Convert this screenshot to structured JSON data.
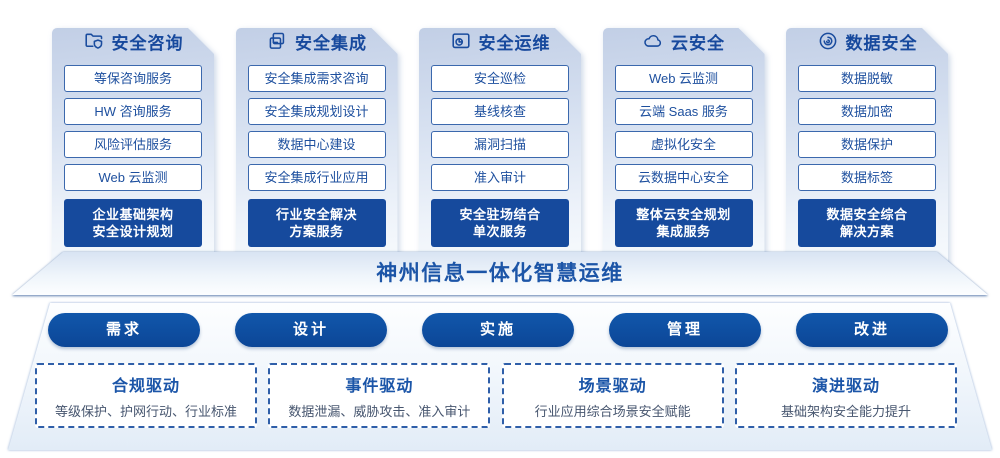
{
  "columns": [
    {
      "title": "安全咨询",
      "icon": "folder-shield-icon",
      "items": [
        "等保咨询服务",
        "HW 咨询服务",
        "风险评估服务",
        "Web 云监测"
      ],
      "solution_line1": "企业基础架构",
      "solution_line2": "安全设计规划"
    },
    {
      "title": "安全集成",
      "icon": "stacked-docs-icon",
      "items": [
        "安全集成需求咨询",
        "安全集成规划设计",
        "数据中心建设",
        "安全集成行业应用"
      ],
      "solution_line1": "行业安全解决",
      "solution_line2": "方案服务"
    },
    {
      "title": "安全运维",
      "icon": "folder-gauge-icon",
      "items": [
        "安全巡检",
        "基线核查",
        "漏洞扫描",
        "准入审计"
      ],
      "solution_line1": "安全驻场结合",
      "solution_line2": "单次服务"
    },
    {
      "title": "云安全",
      "icon": "cloud-icon",
      "items": [
        "Web 云监测",
        "云端 Saas 服务",
        "虚拟化安全",
        "云数据中心安全"
      ],
      "solution_line1": "整体云安全规划",
      "solution_line2": "集成服务"
    },
    {
      "title": "数据安全",
      "icon": "fingerprint-icon",
      "items": [
        "数据脱敏",
        "数据加密",
        "数据保护",
        "数据标签"
      ],
      "solution_line1": "数据安全综合",
      "solution_line2": "解决方案"
    }
  ],
  "banner": {
    "title": "神州信息一体化智慧运维"
  },
  "pills": [
    "需求",
    "设计",
    "实施",
    "管理",
    "改进"
  ],
  "drivers": [
    {
      "title": "合规驱动",
      "desc": "等级保护、护网行动、行业标准"
    },
    {
      "title": "事件驱动",
      "desc": "数据泄漏、威胁攻击、准入审计"
    },
    {
      "title": "场景驱动",
      "desc": "行业应用综合场景安全赋能"
    },
    {
      "title": "演进驱动",
      "desc": "基础架构安全能力提升"
    }
  ],
  "colors": {
    "brand_blue": "#17499d",
    "solution_box_blue": "#164a9d",
    "pill_blue": "#0e50a4",
    "item_border_blue": "#3b68ad",
    "banner_text_blue": "#1c55a7",
    "driver_desc_gray": "#47566f",
    "card_gradient_top": "#c2cfe6",
    "card_gradient_bottom": "#f8fbfd"
  }
}
